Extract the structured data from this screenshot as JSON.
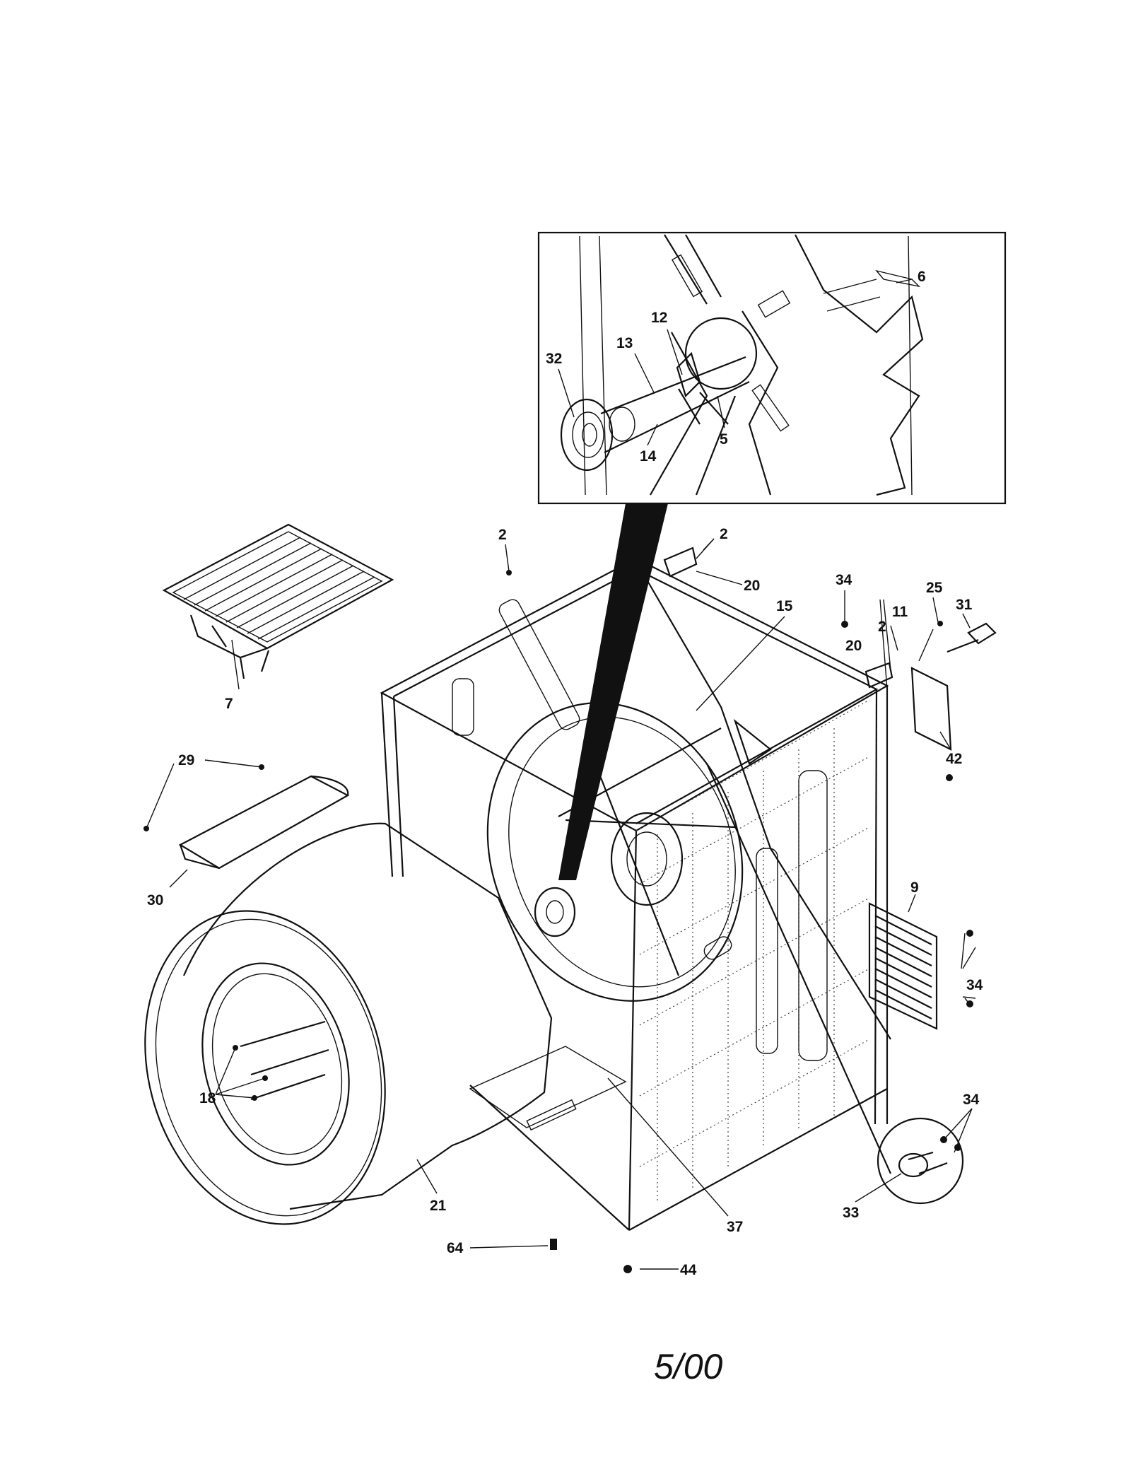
{
  "labels": [
    {
      "id": "6",
      "text": "6"
    },
    {
      "id": "12",
      "text": "12"
    },
    {
      "id": "13",
      "text": "13"
    },
    {
      "id": "32",
      "text": "32"
    },
    {
      "id": "14",
      "text": "14"
    },
    {
      "id": "5",
      "text": "5"
    },
    {
      "id": "2a",
      "text": "2"
    },
    {
      "id": "2b",
      "text": "2"
    },
    {
      "id": "20a",
      "text": "20"
    },
    {
      "id": "34a",
      "text": "34"
    },
    {
      "id": "25",
      "text": "25"
    },
    {
      "id": "15",
      "text": "15"
    },
    {
      "id": "11",
      "text": "11"
    },
    {
      "id": "31",
      "text": "31"
    },
    {
      "id": "2c",
      "text": "2"
    },
    {
      "id": "20b",
      "text": "20"
    },
    {
      "id": "7",
      "text": "7"
    },
    {
      "id": "42",
      "text": "42"
    },
    {
      "id": "29",
      "text": "29"
    },
    {
      "id": "30",
      "text": "30"
    },
    {
      "id": "9",
      "text": "9"
    },
    {
      "id": "34b",
      "text": "34"
    },
    {
      "id": "18",
      "text": "18"
    },
    {
      "id": "34c",
      "text": "34"
    },
    {
      "id": "21",
      "text": "21"
    },
    {
      "id": "33",
      "text": "33"
    },
    {
      "id": "37",
      "text": "37"
    },
    {
      "id": "64",
      "text": "64"
    },
    {
      "id": "44",
      "text": "44"
    }
  ],
  "footer": {
    "date": "5/00"
  }
}
